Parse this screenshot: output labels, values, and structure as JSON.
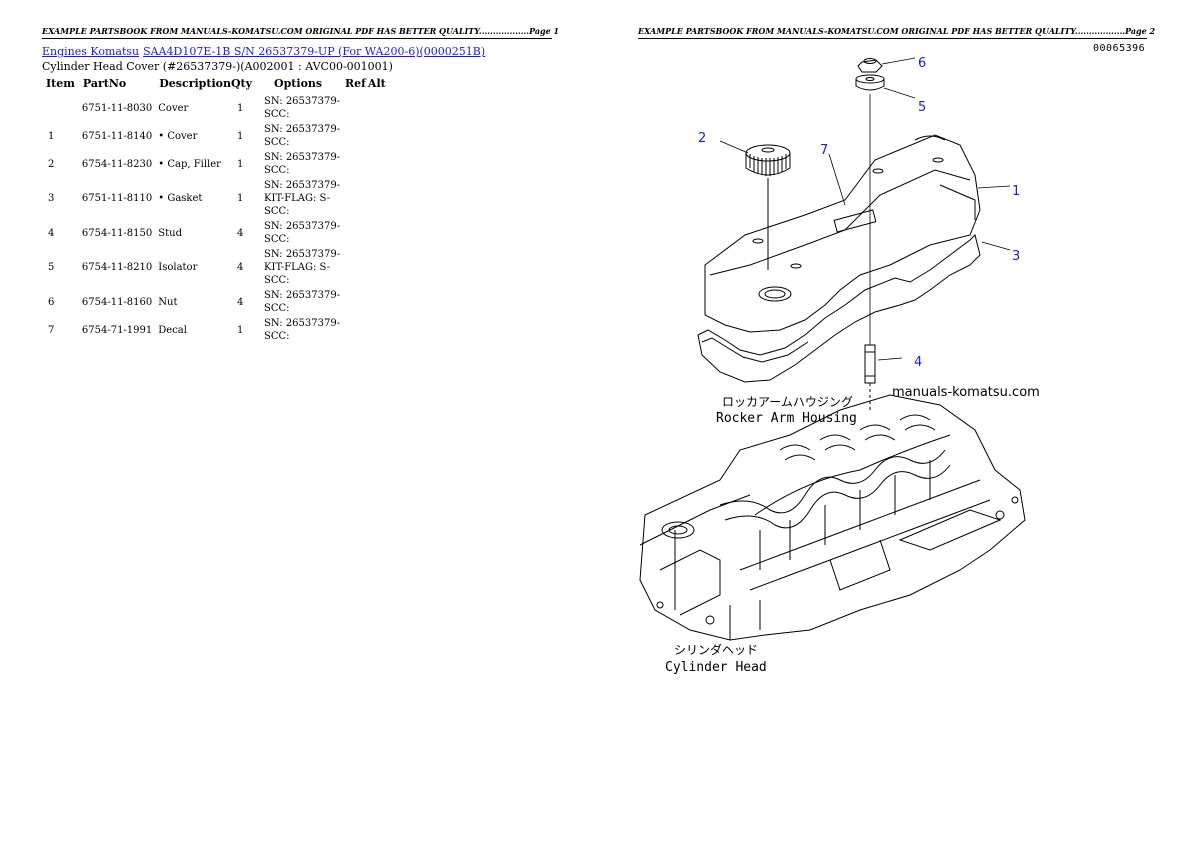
{
  "header": {
    "page1": "EXAMPLE PARTSBOOK FROM MANUALS-KOMATSU.COM ORIGINAL PDF HAS BETTER QUALITY..................Page 1",
    "page2": "EXAMPLE PARTSBOOK FROM MANUALS-KOMATSU.COM ORIGINAL PDF HAS BETTER QUALITY..................Page 2"
  },
  "breadcrumb": {
    "link1": "Engines Komatsu",
    "link2": "SAA4D107E-1B S/N 26537379-UP (For WA200-6)(0000251B)"
  },
  "subtitle": "Cylinder Head Cover (#26537379-)(A002001 : AVC00-001001)",
  "table": {
    "headers": [
      "Item",
      "PartNo",
      "Description",
      "Qty",
      "Options",
      "Ref",
      "Alt"
    ],
    "rows": [
      {
        "item": "",
        "partno": "6751-11-8030",
        "desc": "Cover",
        "qty": "1",
        "options": "SN: 26537379-SCC:"
      },
      {
        "item": "1",
        "partno": "6751-11-8140",
        "desc": "• Cover",
        "qty": "1",
        "options": "SN: 26537379-SCC:"
      },
      {
        "item": "2",
        "partno": "6754-11-8230",
        "desc": "• Cap, Filler",
        "qty": "1",
        "options": "SN: 26537379-SCC:"
      },
      {
        "item": "3",
        "partno": "6751-11-8110",
        "desc": "• Gasket",
        "qty": "1",
        "options": "SN: 26537379-KIT-FLAG: S-SCC:"
      },
      {
        "item": "4",
        "partno": "6754-11-8150",
        "desc": "Stud",
        "qty": "4",
        "options": "SN: 26537379-SCC:"
      },
      {
        "item": "5",
        "partno": "6754-11-8210",
        "desc": "Isolator",
        "qty": "4",
        "options": "SN: 26537379-KIT-FLAG: S-SCC:"
      },
      {
        "item": "6",
        "partno": "6754-11-8160",
        "desc": "Nut",
        "qty": "4",
        "options": "SN: 26537379-SCC:"
      },
      {
        "item": "7",
        "partno": "6754-71-1991",
        "desc": "Decal",
        "qty": "1",
        "options": "SN: 26537379-SCC:"
      }
    ]
  },
  "diagram": {
    "code": "00065396",
    "callouts": [
      "1",
      "2",
      "3",
      "4",
      "5",
      "6",
      "7"
    ],
    "watermark": "manuals-komatsu.com",
    "rocker_jp": "ロッカアームハウジング",
    "rocker_en": "Rocker Arm Housing",
    "cyl_jp": "シリンダヘッド",
    "cyl_en": "Cylinder Head",
    "callout_color": "#1a1aee",
    "link_color": "#1a1aee"
  }
}
